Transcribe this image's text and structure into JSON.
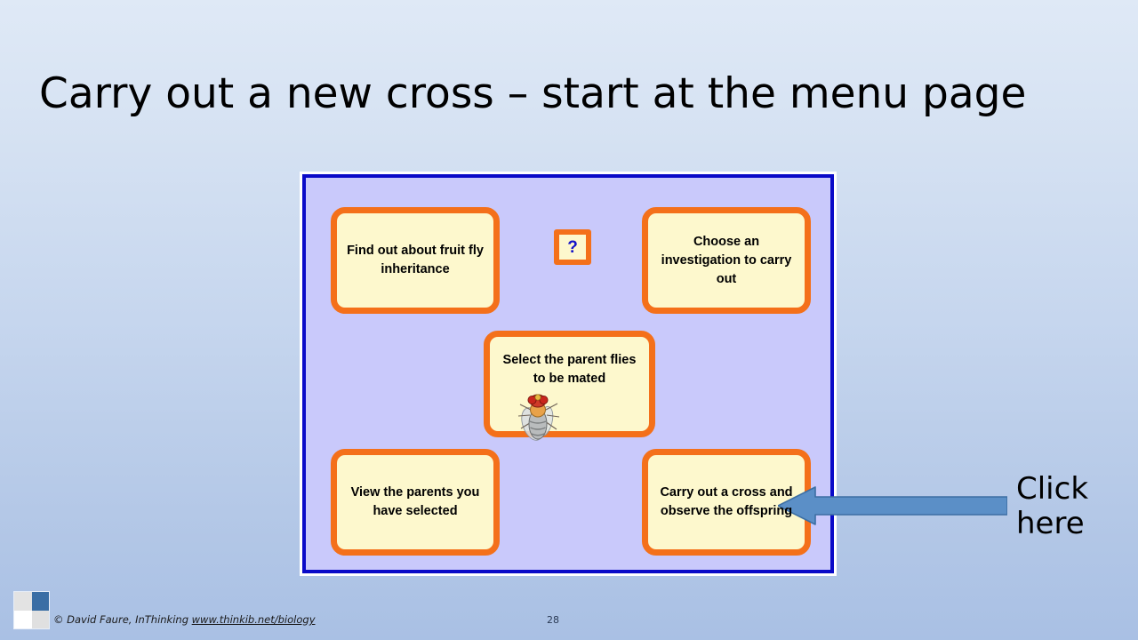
{
  "slide": {
    "title": "Carry out a new cross – start at the menu page",
    "page_number": "28"
  },
  "menu_screen": {
    "frame_border_color": "#0a0ac8",
    "background_color": "#c9c9fb",
    "button_fill_color": "#fdf8cd",
    "button_border_color": "#f4701a",
    "buttons": [
      {
        "id": "find-out",
        "label": "Find out about fruit fly inheritance"
      },
      {
        "id": "choose",
        "label": "Choose an investigation to carry out"
      },
      {
        "id": "select",
        "label": "Select the parent flies to be mated"
      },
      {
        "id": "view",
        "label": "View the parents you have selected"
      },
      {
        "id": "carry-out",
        "label": "Carry out a cross and observe the offspring"
      }
    ],
    "help_button": {
      "label": "?",
      "color": "#1414c8"
    },
    "illustration": "fruit-fly-icon"
  },
  "callout": {
    "label_line_1": "Click",
    "label_line_2": "here",
    "arrow_color": "#5b8fc7",
    "arrow_direction": "left",
    "points_to": "carry-out"
  },
  "footer": {
    "credit": "© David Faure, InThinking",
    "link": "www.thinkib.net/biology",
    "logo_colors": {
      "top_left": "#e3e3e3",
      "top_right": "#3a6ea5",
      "bottom_left": "#ffffff",
      "bottom_right": "#e0e0e0"
    }
  }
}
